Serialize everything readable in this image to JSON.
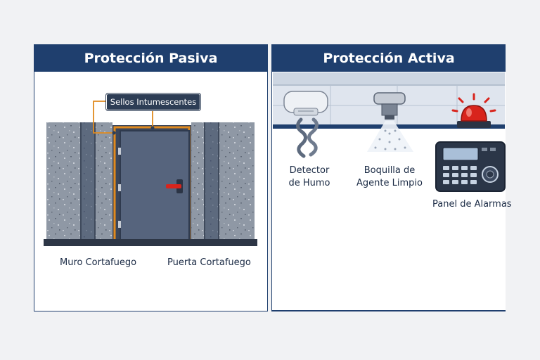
{
  "passive": {
    "title": "Protección Pasiva",
    "callout_label": "Sellos Intumescentes",
    "wall_label": "Muro Cortafuego",
    "door_label": "Puerta Cortafuego"
  },
  "active": {
    "title": "Protección Activa",
    "smoke_detector_label_line1": "Detector",
    "smoke_detector_label_line2": "de Humo",
    "nozzle_label_line1": "Boquilla de",
    "nozzle_label_line2": "Agente Limpio",
    "alarm_panel_label": "Panel de Alarmas"
  },
  "colors": {
    "header_navy": "#1f3f6e",
    "seal_orange": "#e08a1e",
    "concrete_gray": "#8a93a0",
    "door_slate": "#4f5d76",
    "alarm_red": "#d8241c"
  }
}
